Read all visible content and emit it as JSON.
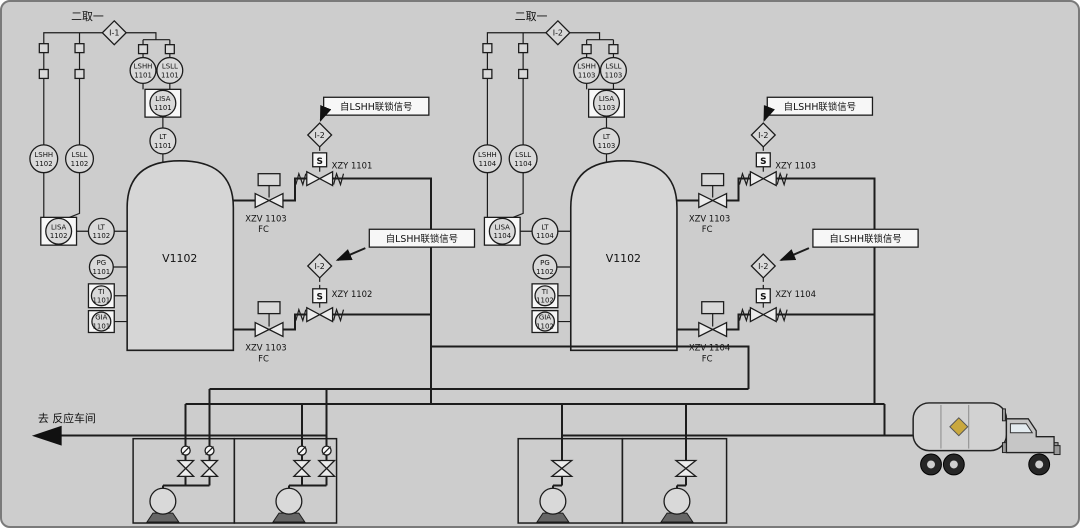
{
  "colors": {
    "background": "#cdcdcd",
    "line": "#1c1c1c",
    "signal_box_fill": "#f7f7f7",
    "placard_fill": "#c9a83e"
  },
  "bottom": {
    "destination_label": "去 反应车间"
  },
  "trains": [
    {
      "selector_label": "二取一",
      "selector_tag": "I-1",
      "vessel_tag": "V1102",
      "top_switch_hh": {
        "l1": "LSHH",
        "l2": "1101"
      },
      "top_switch_ll": {
        "l1": "LSLL",
        "l2": "1101"
      },
      "top_indicator": {
        "l1": "LISA",
        "l2": "1101"
      },
      "top_transmitter": {
        "l1": "LT",
        "l2": "1101"
      },
      "side_switch_hh": {
        "l1": "LSHH",
        "l2": "1102"
      },
      "side_switch_ll": {
        "l1": "LSLL",
        "l2": "1102"
      },
      "side_indicator": {
        "l1": "LISA",
        "l2": "1102"
      },
      "side_transmitter": {
        "l1": "LT",
        "l2": "1102"
      },
      "pressure_gauge": {
        "l1": "PG",
        "l2": "1101"
      },
      "temperature_indicator": {
        "l1": "TI",
        "l2": "1101"
      },
      "gas_alarm": {
        "l1": "GIA",
        "l2": "1101"
      },
      "interlock_top": {
        "signal_label": "自LSHH联锁信号",
        "logic_tag": "I-2",
        "solenoid_letter": "S",
        "solenoid_tag": "XZY 1101"
      },
      "interlock_bottom": {
        "signal_label": "自LSHH联锁信号",
        "logic_tag": "I-2",
        "solenoid_letter": "S",
        "solenoid_tag": "XZY 1102"
      },
      "valve_top": {
        "tag": "XZV 1103",
        "fail_code": "FC"
      },
      "valve_bottom": {
        "tag": "XZV 1103",
        "fail_code": "FC"
      }
    },
    {
      "selector_label": "二取一",
      "selector_tag": "I-2",
      "vessel_tag": "V1102",
      "top_switch_hh": {
        "l1": "LSHH",
        "l2": "1103"
      },
      "top_switch_ll": {
        "l1": "LSLL",
        "l2": "1103"
      },
      "top_indicator": {
        "l1": "LISA",
        "l2": "1103"
      },
      "top_transmitter": {
        "l1": "LT",
        "l2": "1103"
      },
      "side_switch_hh": {
        "l1": "LSHH",
        "l2": "1104"
      },
      "side_switch_ll": {
        "l1": "LSLL",
        "l2": "1104"
      },
      "side_indicator": {
        "l1": "LISA",
        "l2": "1104"
      },
      "side_transmitter": {
        "l1": "LT",
        "l2": "1104"
      },
      "pressure_gauge": {
        "l1": "PG",
        "l2": "1102"
      },
      "temperature_indicator": {
        "l1": "TI",
        "l2": "1102"
      },
      "gas_alarm": {
        "l1": "GIA",
        "l2": "1102"
      },
      "interlock_top": {
        "signal_label": "自LSHH联锁信号",
        "logic_tag": "I-2",
        "solenoid_letter": "S",
        "solenoid_tag": "XZY 1103"
      },
      "interlock_bottom": {
        "signal_label": "自LSHH联锁信号",
        "logic_tag": "I-2",
        "solenoid_letter": "S",
        "solenoid_tag": "XZY 1104"
      },
      "valve_top": {
        "tag": "XZV 1103",
        "fail_code": "FC"
      },
      "valve_bottom": {
        "tag": "XZV 1104",
        "fail_code": "FC"
      }
    }
  ]
}
